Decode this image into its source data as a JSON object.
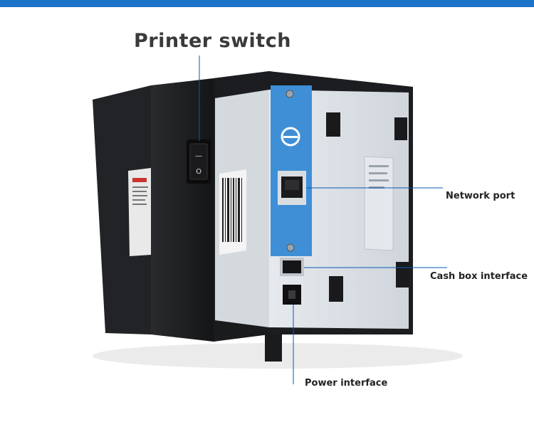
{
  "colors": {
    "top_bar": "#1a73c6",
    "case_black": "#1b1c1e",
    "panel_grey": "#d9dee3",
    "connector_blue": "#3f8fd6",
    "line": "#0a58b4"
  },
  "labels": {
    "title": "Printer switch",
    "network_port": "Network port",
    "cash_box": "Cash box interface",
    "power": "Power interface"
  },
  "switch_symbols": {
    "on": "—",
    "off": "O"
  },
  "icons": {
    "connector_logo": "ie-e-icon",
    "screw": "screw-icon"
  }
}
